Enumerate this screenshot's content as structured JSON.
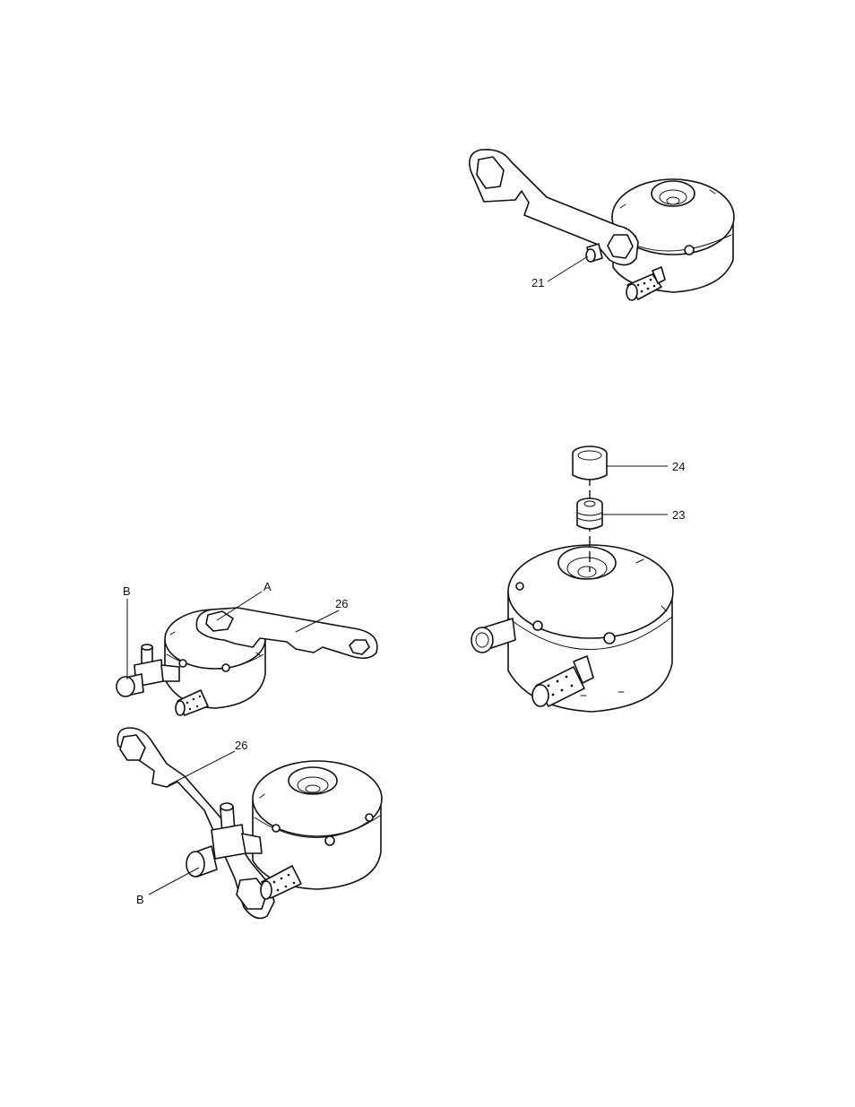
{
  "callouts": {
    "fig1_21": "21",
    "fig2_24": "24",
    "fig2_23": "23",
    "fig3_B": "B",
    "fig3_A": "A",
    "fig3_26": "26",
    "fig4_26": "26",
    "fig4_B": "B"
  }
}
